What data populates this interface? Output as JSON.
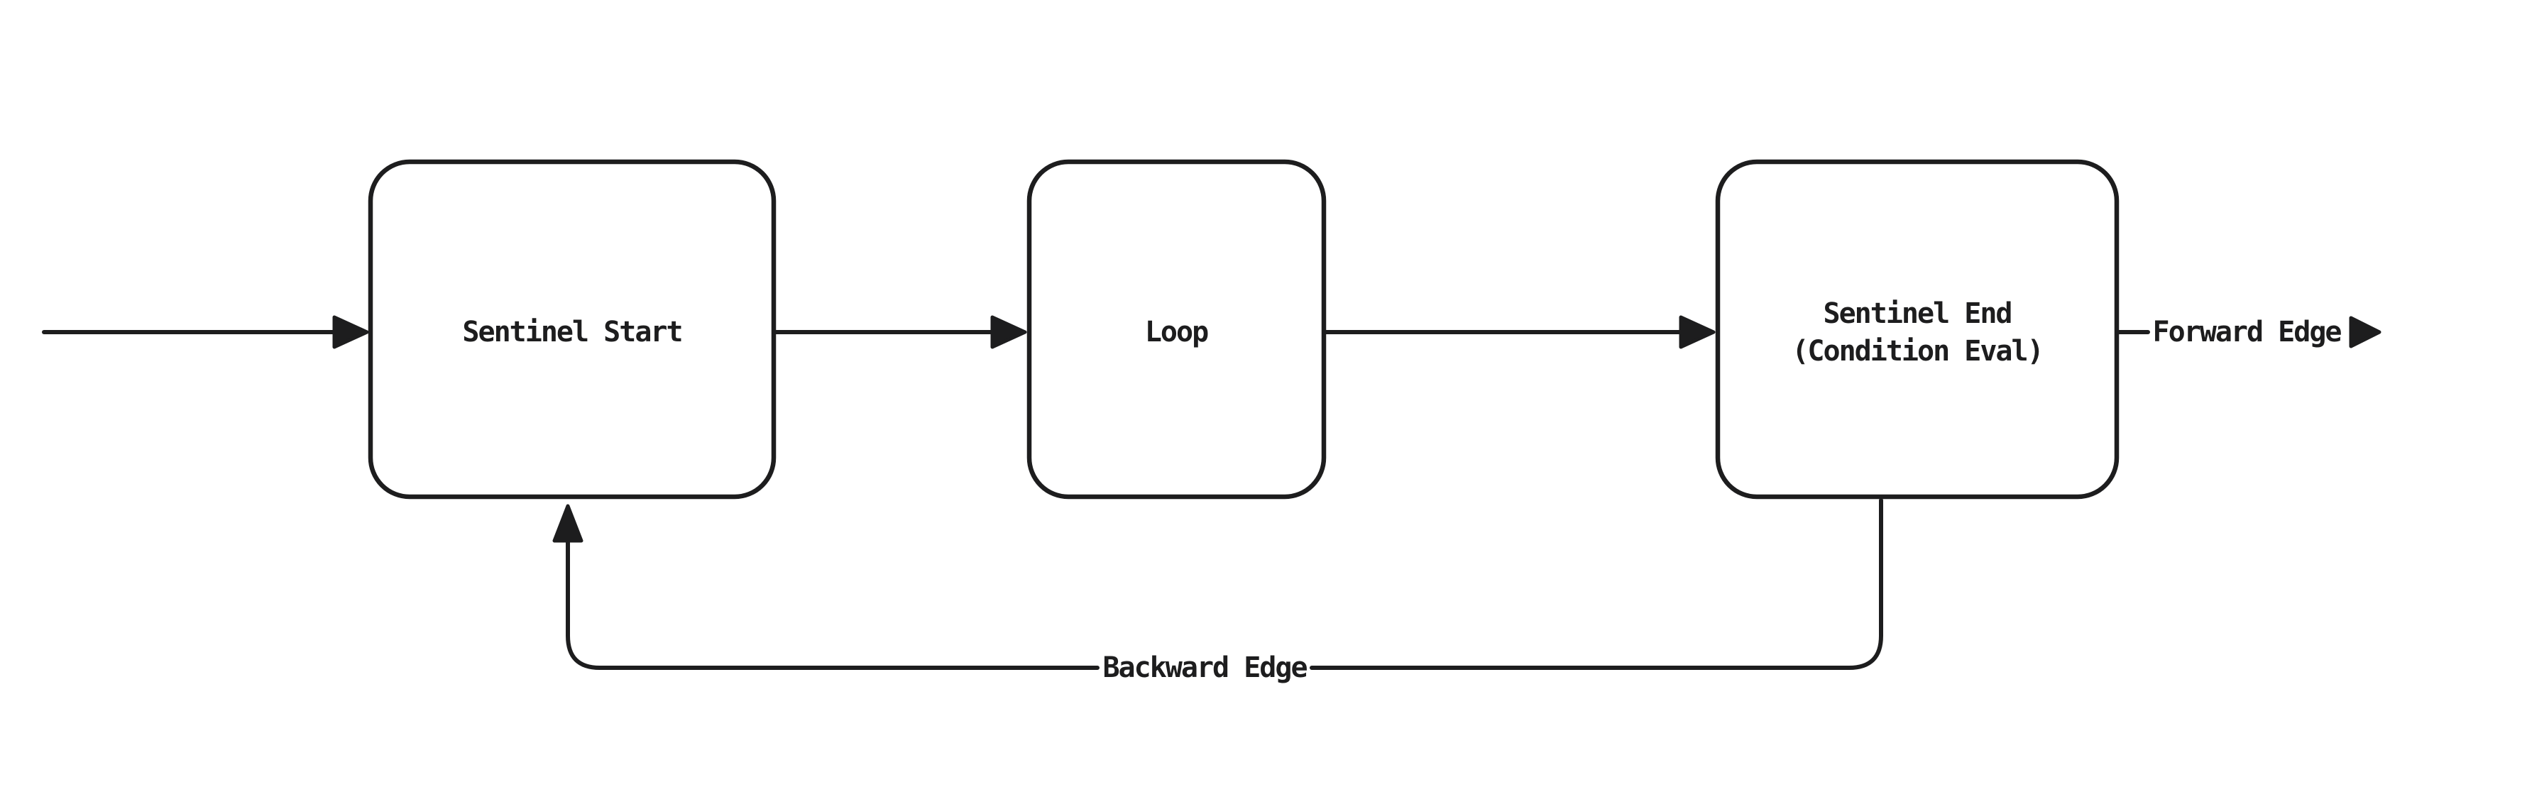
{
  "diagram": {
    "type": "flowchart",
    "background_color": "#ffffff",
    "stroke_color": "#1d1d1e",
    "nodes": {
      "sentinel_start": {
        "label": "Sentinel Start"
      },
      "loop": {
        "label": "Loop"
      },
      "sentinel_end": {
        "label_line1": "Sentinel End",
        "label_line2": "(Condition Eval)"
      }
    },
    "edge_labels": {
      "forward": "Forward Edge",
      "backward": "Backward Edge"
    }
  }
}
